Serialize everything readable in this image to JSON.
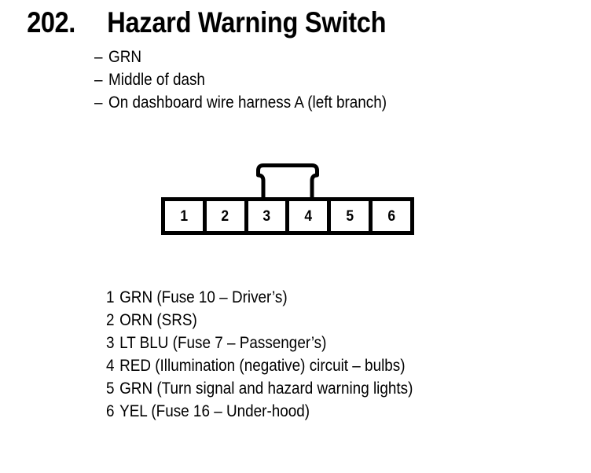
{
  "page": {
    "background_color": "#ffffff",
    "text_color": "#000000"
  },
  "title": {
    "number": "202.",
    "text": "Hazard Warning Switch"
  },
  "description": {
    "dash": "–",
    "items": [
      "GRN",
      "Middle of dash",
      "On dashboard wire harness A (left branch)"
    ]
  },
  "connector": {
    "name": "6-pin connector",
    "latch_icon": "connector-latch-tab",
    "pin_count": 6,
    "pins": [
      "1",
      "2",
      "3",
      "4",
      "5",
      "6"
    ]
  },
  "pin_list": [
    {
      "number": "1",
      "description": "GRN (Fuse 10 – Driver’s)"
    },
    {
      "number": "2",
      "description": "ORN (SRS)"
    },
    {
      "number": "3",
      "description": "LT BLU (Fuse 7 – Passenger’s)"
    },
    {
      "number": "4",
      "description": "RED (Illumination (negative) circuit – bulbs)"
    },
    {
      "number": "5",
      "description": "GRN (Turn signal and hazard warning lights)"
    },
    {
      "number": "6",
      "description": "YEL (Fuse 16 – Under-hood)"
    }
  ]
}
